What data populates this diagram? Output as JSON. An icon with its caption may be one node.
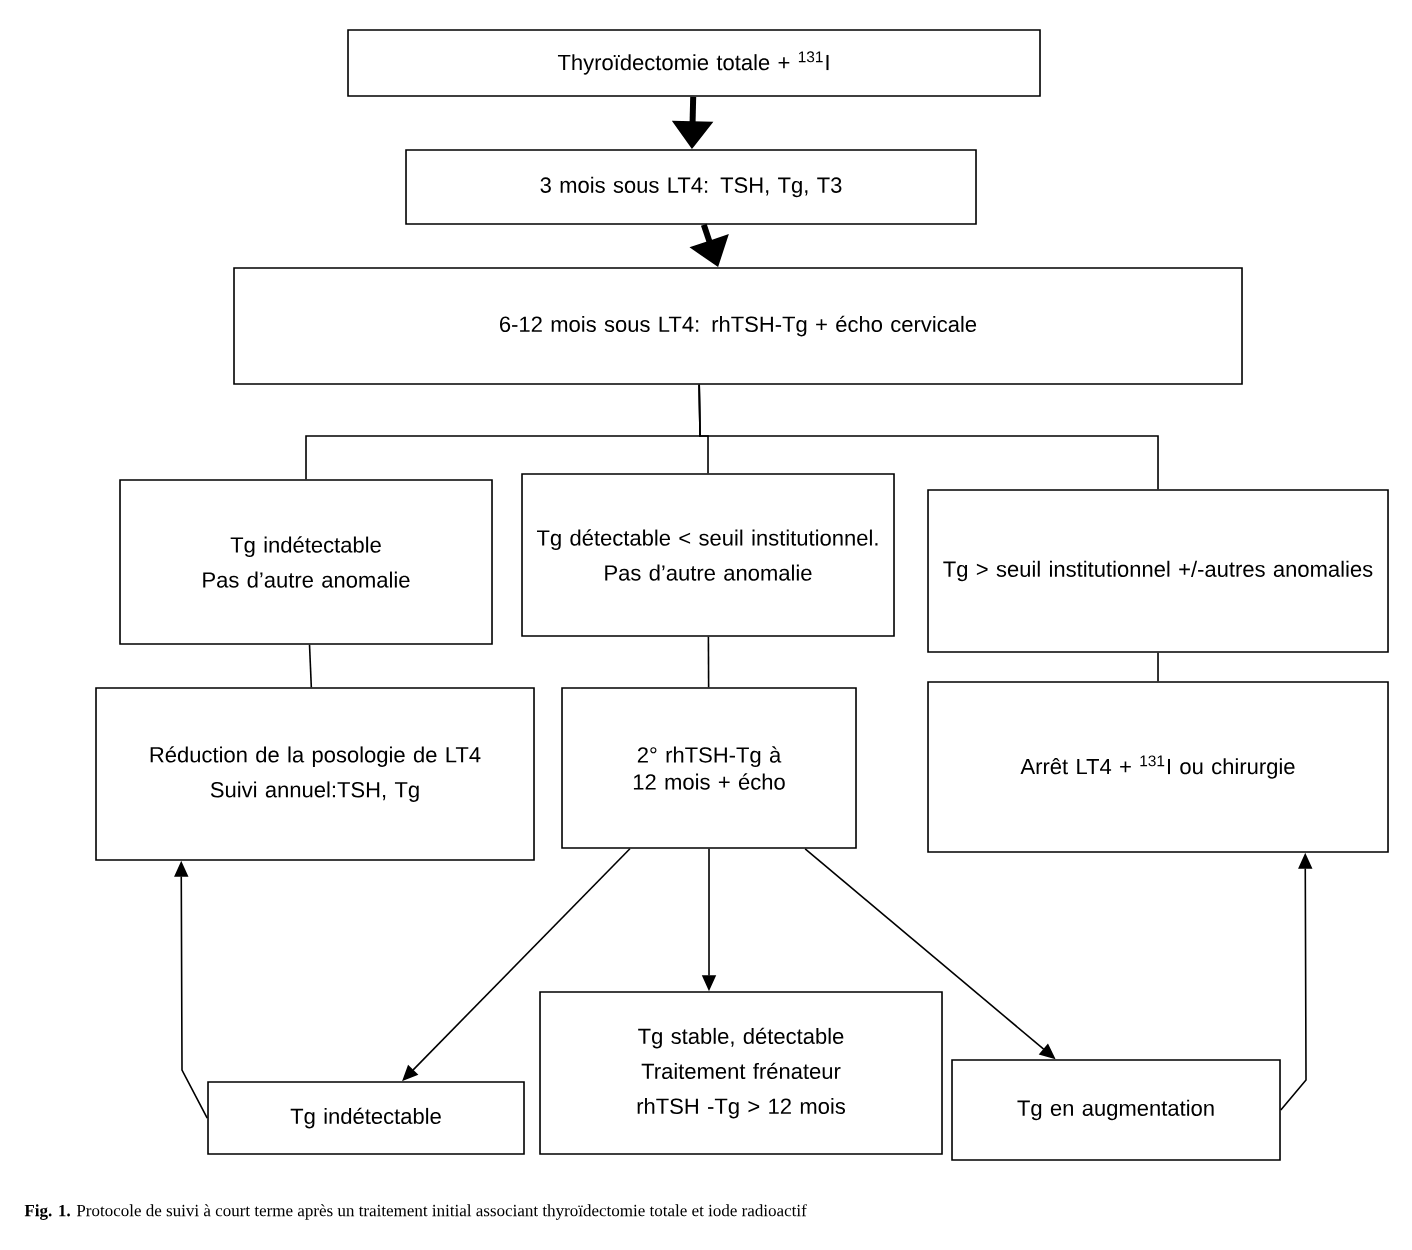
{
  "diagram": {
    "caption": "**Fig. 1.** Protocole de suivi à court terme après un traitement initial associant thyroïdectomie totale et iode radioactif",
    "nodes": [
      {
        "text": [
          "Thyroïdectomie totale + $^{131}$I"
        ]
      },
      {
        "text": [
          "3 mois sous LT4: TSH, Tg, T3"
        ]
      },
      {
        "text": [
          "6-12 mois sous LT4: rhTSH-Tg + écho cervicale"
        ]
      },
      {
        "text": [
          "Tg indétectable",
          "Pas d’autre anomalie"
        ]
      },
      {
        "text": [
          "Tg détectable < seuil institutionnel.",
          "Pas d’autre anomalie"
        ]
      },
      {
        "text": [
          "Tg > seuil institutionnel +/-autres anomalies"
        ]
      },
      {
        "text": [
          "Réduction de la posologie de LT4",
          "Suivi annuel:TSH, Tg"
        ]
      },
      {
        "text": [
          "2° rhTSH-Tg à 12 mois + écho"
        ]
      },
      {
        "text": [
          "Arrêt LT4 + $^{131}$I ou chirurgie"
        ]
      },
      {
        "text": [
          "Tg indétectable"
        ]
      },
      {
        "text": [
          "Tg stable, détectable",
          "Traitement frénateur",
          "rhTSH -Tg > 12 mois"
        ]
      },
      {
        "text": [
          "Tg en augmentation"
        ]
      }
    ],
    "edges": [
      {
        "from": 0,
        "to": 1,
        "arrow": "to",
        "style": "thick"
      },
      {
        "from": 1,
        "to": 2,
        "arrow": "to",
        "style": "thick"
      },
      {
        "from": 2,
        "to": 3,
        "arrow": "none"
      },
      {
        "from": 2,
        "to": 4,
        "arrow": "none"
      },
      {
        "from": 2,
        "to": 5,
        "arrow": "none"
      },
      {
        "from": 3,
        "to": 6,
        "arrow": "none"
      },
      {
        "from": 4,
        "to": 7,
        "arrow": "none"
      },
      {
        "from": 5,
        "to": 8,
        "arrow": "none"
      },
      {
        "from": 7,
        "to": 9,
        "arrow": "to"
      },
      {
        "from": 7,
        "to": 10,
        "arrow": "to"
      },
      {
        "from": 7,
        "to": 11,
        "arrow": "to"
      },
      {
        "from": 9,
        "to": 6,
        "arrow": "to"
      },
      {
        "from": 11,
        "to": 8,
        "arrow": "to"
      }
    ]
  }
}
